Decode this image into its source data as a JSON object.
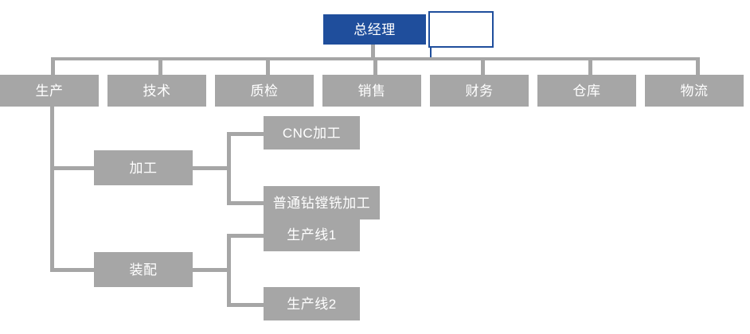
{
  "chart": {
    "type": "org-chart",
    "title": "",
    "colors": {
      "root_fill": "#1f4e9c",
      "node_fill": "#a6a6a6",
      "node_text": "#ffffff",
      "connector": "#a6a6a6",
      "ghost_outline": "#1f4e9c",
      "background": "#ffffff"
    },
    "root": {
      "label": "总经理"
    },
    "ghost": {
      "label": ""
    },
    "departments": [
      {
        "label": "生产"
      },
      {
        "label": "技术"
      },
      {
        "label": "质检"
      },
      {
        "label": "销售"
      },
      {
        "label": "财务"
      },
      {
        "label": "仓库"
      },
      {
        "label": "物流"
      }
    ],
    "production_children": [
      {
        "label": "加工"
      },
      {
        "label": "装配"
      }
    ],
    "processing_children": [
      {
        "label": "CNC加工"
      },
      {
        "label": "普通钻镗铣加工"
      }
    ],
    "assembly_children": [
      {
        "label": "生产线1"
      },
      {
        "label": "生产线2"
      }
    ]
  }
}
